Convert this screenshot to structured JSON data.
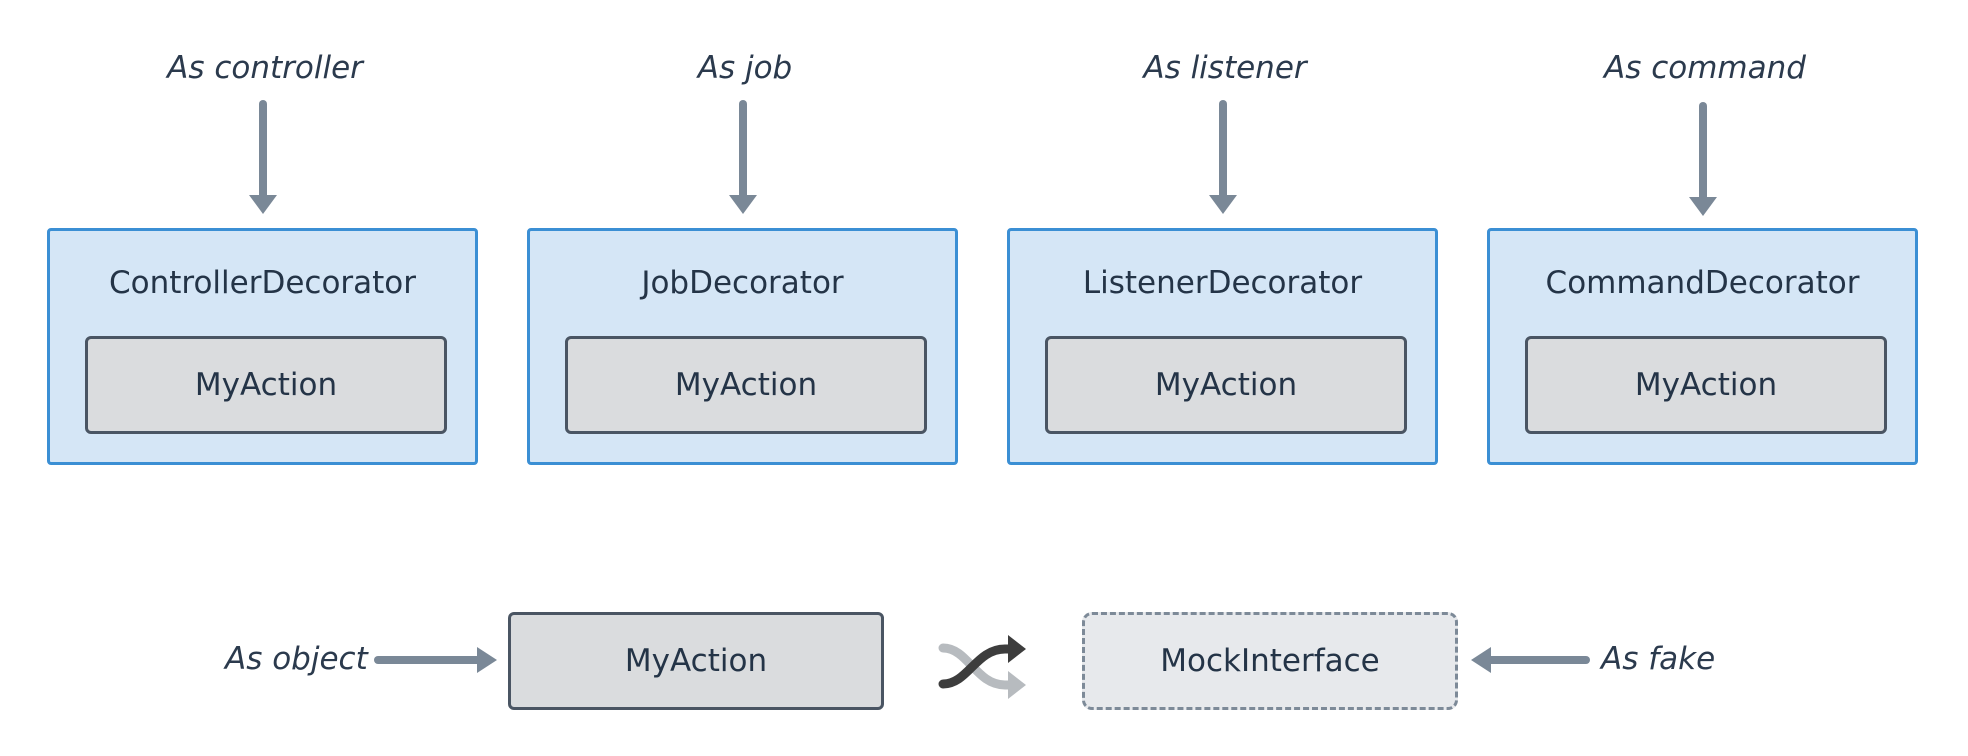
{
  "captions": {
    "controller": "As controller",
    "job": "As job",
    "listener": "As listener",
    "command": "As command",
    "object": "As object",
    "fake": "As fake"
  },
  "decorators": [
    {
      "title": "ControllerDecorator",
      "inner": "MyAction"
    },
    {
      "title": "JobDecorator",
      "inner": "MyAction"
    },
    {
      "title": "ListenerDecorator",
      "inner": "MyAction"
    },
    {
      "title": "CommandDecorator",
      "inner": "MyAction"
    }
  ],
  "bottom": {
    "action_label": "MyAction",
    "mock_label": "MockInterface"
  },
  "icons": {
    "swap": "shuffle-icon"
  },
  "colors": {
    "decorator_fill": "#d5e6f6",
    "decorator_border": "#3b8fd4",
    "action_fill": "#dadcde",
    "action_border": "#4a5563",
    "arrow": "#7a8897"
  }
}
